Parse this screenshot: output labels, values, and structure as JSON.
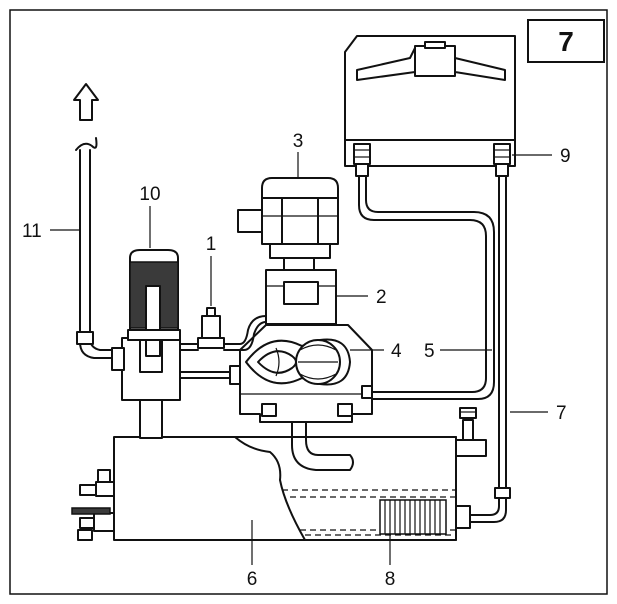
{
  "figure_number": "7",
  "callouts": [
    {
      "id": "callout-1",
      "label": "1"
    },
    {
      "id": "callout-2",
      "label": "2"
    },
    {
      "id": "callout-3",
      "label": "3"
    },
    {
      "id": "callout-4",
      "label": "4"
    },
    {
      "id": "callout-5",
      "label": "5"
    },
    {
      "id": "callout-6",
      "label": "6"
    },
    {
      "id": "callout-7",
      "label": "7"
    },
    {
      "id": "callout-8",
      "label": "8"
    },
    {
      "id": "callout-9",
      "label": "9"
    },
    {
      "id": "callout-10",
      "label": "10"
    },
    {
      "id": "callout-11",
      "label": "11"
    }
  ]
}
